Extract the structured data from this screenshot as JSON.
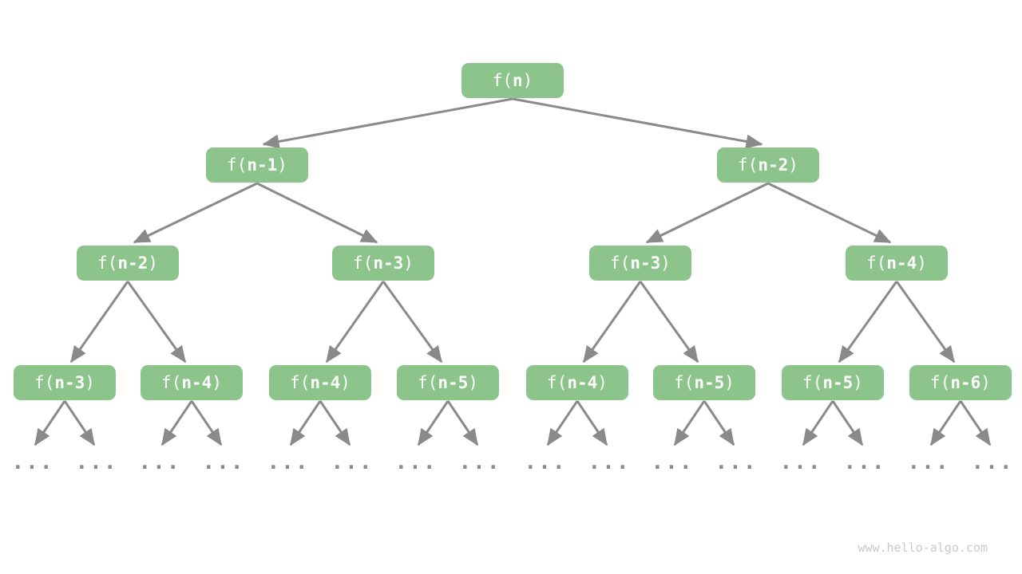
{
  "diagram": {
    "watermark": "www.hello-algo.com",
    "ellipsis": "...",
    "colors": {
      "node_fill": "#8CC48C",
      "node_text": "#FFFFFF",
      "edge": "#8A8A8A",
      "ellipsis": "#8A8A8A",
      "watermark": "#C9C9C9",
      "background": "#FFFFFF"
    },
    "nodes": [
      {
        "label": "f(n)",
        "pre": "f(",
        "arg": "n",
        "post": ")",
        "level": 0
      },
      {
        "label": "f(n-1)",
        "pre": "f(",
        "arg": "n-1",
        "post": ")",
        "level": 1
      },
      {
        "label": "f(n-2)",
        "pre": "f(",
        "arg": "n-2",
        "post": ")",
        "level": 1
      },
      {
        "label": "f(n-2)",
        "pre": "f(",
        "arg": "n-2",
        "post": ")",
        "level": 2
      },
      {
        "label": "f(n-3)",
        "pre": "f(",
        "arg": "n-3",
        "post": ")",
        "level": 2
      },
      {
        "label": "f(n-3)",
        "pre": "f(",
        "arg": "n-3",
        "post": ")",
        "level": 2
      },
      {
        "label": "f(n-4)",
        "pre": "f(",
        "arg": "n-4",
        "post": ")",
        "level": 2
      },
      {
        "label": "f(n-3)",
        "pre": "f(",
        "arg": "n-3",
        "post": ")",
        "level": 3
      },
      {
        "label": "f(n-4)",
        "pre": "f(",
        "arg": "n-4",
        "post": ")",
        "level": 3
      },
      {
        "label": "f(n-4)",
        "pre": "f(",
        "arg": "n-4",
        "post": ")",
        "level": 3
      },
      {
        "label": "f(n-5)",
        "pre": "f(",
        "arg": "n-5",
        "post": ")",
        "level": 3
      },
      {
        "label": "f(n-4)",
        "pre": "f(",
        "arg": "n-4",
        "post": ")",
        "level": 3
      },
      {
        "label": "f(n-5)",
        "pre": "f(",
        "arg": "n-5",
        "post": ")",
        "level": 3
      },
      {
        "label": "f(n-5)",
        "pre": "f(",
        "arg": "n-5",
        "post": ")",
        "level": 3
      },
      {
        "label": "f(n-6)",
        "pre": "f(",
        "arg": "n-6",
        "post": ")",
        "level": 3
      }
    ]
  }
}
